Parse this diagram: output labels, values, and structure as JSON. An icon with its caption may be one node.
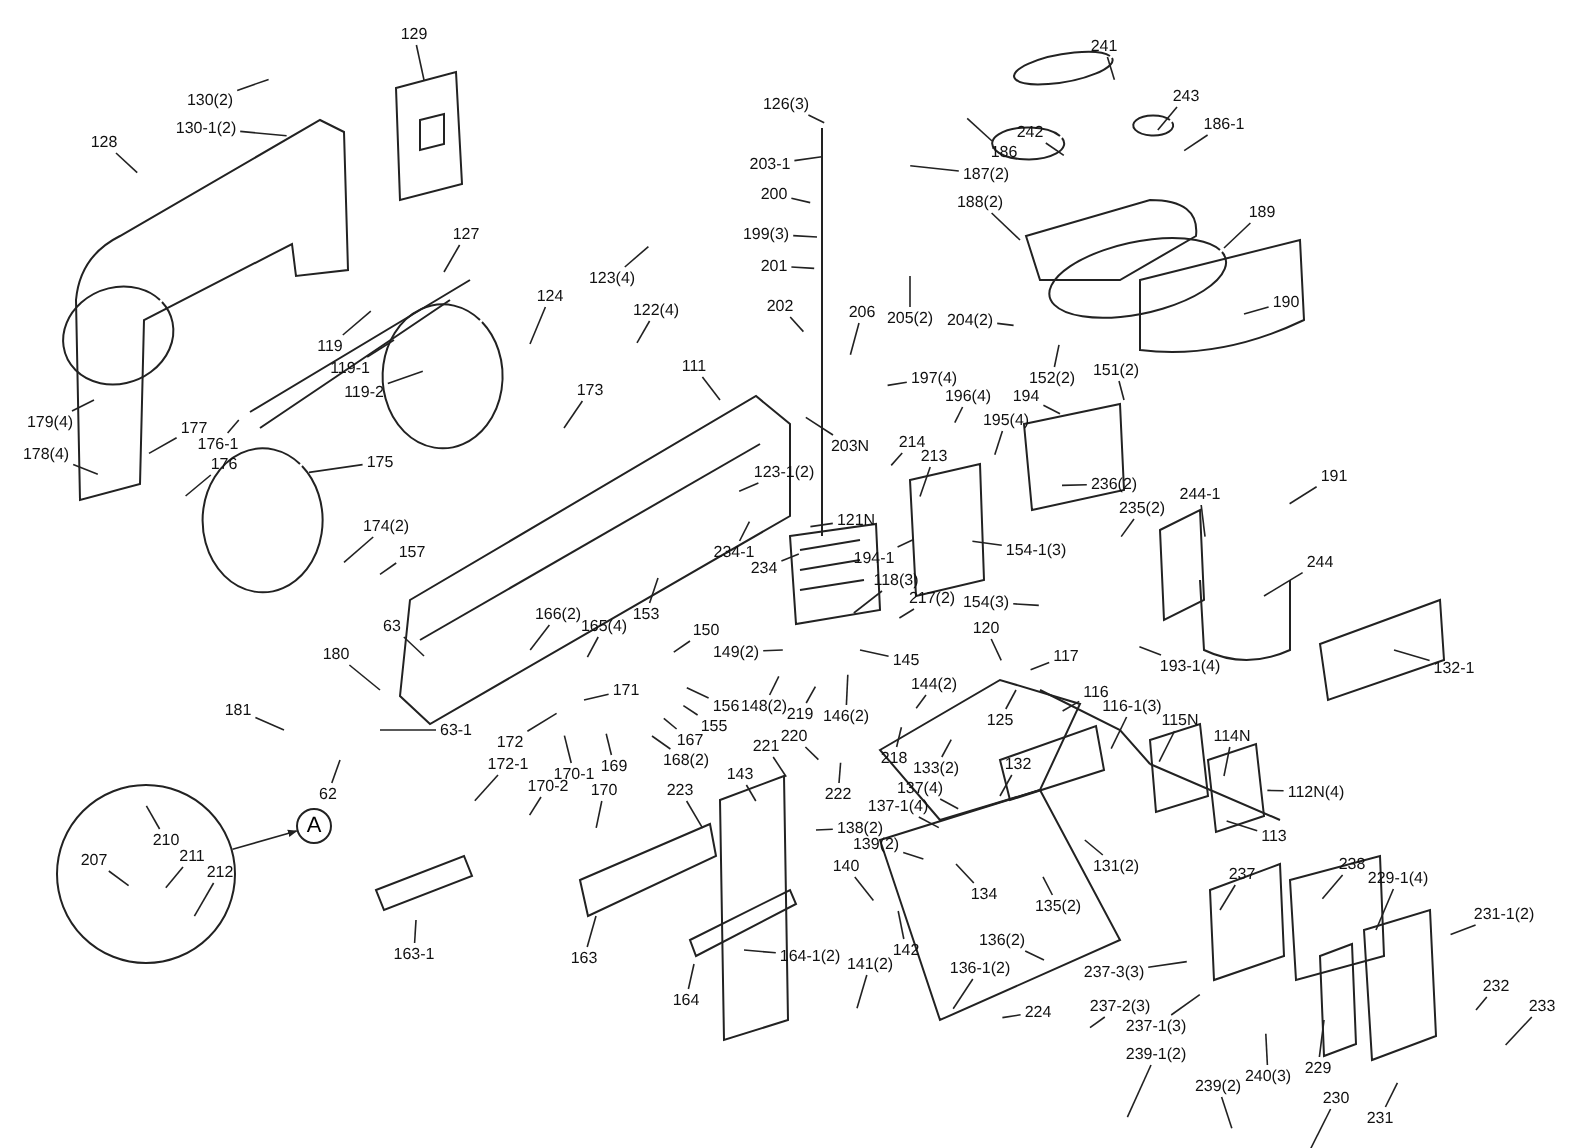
{
  "diagram": {
    "nodes": [
      {
        "text": [
          "129"
        ]
      },
      {
        "text": [
          "241"
        ]
      },
      {
        "text": [
          "243"
        ]
      },
      {
        "text": [
          "130(2)"
        ]
      },
      {
        "text": [
          "126(3)"
        ]
      },
      {
        "text": [
          "186-1"
        ]
      },
      {
        "text": [
          "130-1(2)"
        ]
      },
      {
        "text": [
          "242"
        ]
      },
      {
        "text": [
          "128"
        ]
      },
      {
        "text": [
          "186"
        ]
      },
      {
        "text": [
          "203-1"
        ]
      },
      {
        "text": [
          "187(2)"
        ]
      },
      {
        "text": [
          "200"
        ]
      },
      {
        "text": [
          "188(2)"
        ]
      },
      {
        "text": [
          "189"
        ]
      },
      {
        "text": [
          "127"
        ]
      },
      {
        "text": [
          "199(3)"
        ]
      },
      {
        "text": [
          "201"
        ]
      },
      {
        "text": [
          "123(4)"
        ]
      },
      {
        "text": [
          "124"
        ]
      },
      {
        "text": [
          "190"
        ]
      },
      {
        "text": [
          "202"
        ]
      },
      {
        "text": [
          "122(4)"
        ]
      },
      {
        "text": [
          "206"
        ]
      },
      {
        "text": [
          "205(2)"
        ]
      },
      {
        "text": [
          "204(2)"
        ]
      },
      {
        "text": [
          "119"
        ]
      },
      {
        "text": [
          "111"
        ]
      },
      {
        "text": [
          "119-1"
        ]
      },
      {
        "text": [
          "151(2)"
        ]
      },
      {
        "text": [
          "197(4)"
        ]
      },
      {
        "text": [
          "152(2)"
        ]
      },
      {
        "text": [
          "173"
        ]
      },
      {
        "text": [
          "119-2"
        ]
      },
      {
        "text": [
          "194"
        ]
      },
      {
        "text": [
          "196(4)"
        ]
      },
      {
        "text": [
          "195(4)"
        ]
      },
      {
        "text": [
          "179(4)"
        ]
      },
      {
        "text": [
          "177"
        ]
      },
      {
        "text": [
          "214"
        ]
      },
      {
        "text": [
          "176-1"
        ]
      },
      {
        "text": [
          "203N"
        ]
      },
      {
        "text": [
          "178(4)"
        ]
      },
      {
        "text": [
          "213"
        ]
      },
      {
        "text": [
          "175"
        ]
      },
      {
        "text": [
          "176"
        ]
      },
      {
        "text": [
          "123-1(2)"
        ]
      },
      {
        "text": [
          "191"
        ]
      },
      {
        "text": [
          "236(2)"
        ]
      },
      {
        "text": [
          "244-1"
        ]
      },
      {
        "text": [
          "235(2)"
        ]
      },
      {
        "text": [
          "121N"
        ]
      },
      {
        "text": [
          "174(2)"
        ]
      },
      {
        "text": [
          "154-1(3)"
        ]
      },
      {
        "text": [
          "157"
        ]
      },
      {
        "text": [
          "234-1"
        ]
      },
      {
        "text": [
          "194-1"
        ]
      },
      {
        "text": [
          "244"
        ]
      },
      {
        "text": [
          "234"
        ]
      },
      {
        "text": [
          "118(3)"
        ]
      },
      {
        "text": [
          "217(2)"
        ]
      },
      {
        "text": [
          "154(3)"
        ]
      },
      {
        "text": [
          "166(2)"
        ]
      },
      {
        "text": [
          "153"
        ]
      },
      {
        "text": [
          "63"
        ]
      },
      {
        "text": [
          "165(4)"
        ]
      },
      {
        "text": [
          "120"
        ]
      },
      {
        "text": [
          "150"
        ]
      },
      {
        "text": [
          "180"
        ]
      },
      {
        "text": [
          "149(2)"
        ]
      },
      {
        "text": [
          "145"
        ]
      },
      {
        "text": [
          "117"
        ]
      },
      {
        "text": [
          "193-1(4)"
        ]
      },
      {
        "text": [
          "132-1"
        ]
      },
      {
        "text": [
          "144(2)"
        ]
      },
      {
        "text": [
          "171"
        ]
      },
      {
        "text": [
          "116"
        ]
      },
      {
        "text": [
          "148(2)"
        ]
      },
      {
        "text": [
          "156"
        ]
      },
      {
        "text": [
          "116-1(3)"
        ]
      },
      {
        "text": [
          "181"
        ]
      },
      {
        "text": [
          "219"
        ]
      },
      {
        "text": [
          "146(2)"
        ]
      },
      {
        "text": [
          "115N"
        ]
      },
      {
        "text": [
          "125"
        ]
      },
      {
        "text": [
          "155"
        ]
      },
      {
        "text": [
          "63-1"
        ]
      },
      {
        "text": [
          "220"
        ]
      },
      {
        "text": [
          "114N"
        ]
      },
      {
        "text": [
          "167"
        ]
      },
      {
        "text": [
          "172"
        ]
      },
      {
        "text": [
          "221"
        ]
      },
      {
        "text": [
          "218"
        ]
      },
      {
        "text": [
          "168(2)"
        ]
      },
      {
        "text": [
          "172-1"
        ]
      },
      {
        "text": [
          "132"
        ]
      },
      {
        "text": [
          "133(2)"
        ]
      },
      {
        "text": [
          "169"
        ]
      },
      {
        "text": [
          "143"
        ]
      },
      {
        "text": [
          "170-1"
        ]
      },
      {
        "text": [
          "170-2"
        ]
      },
      {
        "text": [
          "137(4)"
        ]
      },
      {
        "text": [
          "223"
        ]
      },
      {
        "text": [
          "170"
        ]
      },
      {
        "text": [
          "112N(4)"
        ]
      },
      {
        "text": [
          "62"
        ]
      },
      {
        "text": [
          "222"
        ]
      },
      {
        "text": [
          "137-1(4)"
        ]
      },
      {
        "text": [
          "A"
        ]
      },
      {
        "text": [],
        "shape": "circle"
      },
      {
        "text": [
          "207"
        ],
        "in": 109
      },
      {
        "text": [
          "210"
        ],
        "in": 109
      },
      {
        "text": [
          "211"
        ],
        "in": 109
      },
      {
        "text": [
          "212"
        ],
        "in": 109
      },
      {
        "text": [
          "138(2)"
        ]
      },
      {
        "text": [
          "113"
        ]
      },
      {
        "text": [
          "139(2)"
        ]
      },
      {
        "text": [
          "140"
        ]
      },
      {
        "text": [
          "131(2)"
        ]
      },
      {
        "text": [
          "237"
        ]
      },
      {
        "text": [
          "238"
        ]
      },
      {
        "text": [
          "229-1(4)"
        ]
      },
      {
        "text": [
          "134"
        ]
      },
      {
        "text": [
          "135(2)"
        ]
      },
      {
        "text": [
          "231-1(2)"
        ]
      },
      {
        "text": [
          "142"
        ]
      },
      {
        "text": [
          "136(2)"
        ]
      },
      {
        "text": [
          "163-1"
        ]
      },
      {
        "text": [
          "164-1(2)"
        ]
      },
      {
        "text": [
          "163"
        ]
      },
      {
        "text": [
          "141(2)"
        ]
      },
      {
        "text": [
          "136-1(2)"
        ]
      },
      {
        "text": [
          "237-3(3)"
        ]
      },
      {
        "text": [
          "232"
        ]
      },
      {
        "text": [
          "164"
        ]
      },
      {
        "text": [
          "233"
        ]
      },
      {
        "text": [
          "237-2(3)"
        ]
      },
      {
        "text": [
          "224"
        ]
      },
      {
        "text": [
          "237-1(3)"
        ]
      },
      {
        "text": [
          "239-1(2)"
        ]
      },
      {
        "text": [
          "229"
        ]
      },
      {
        "text": [
          "240(3)"
        ]
      },
      {
        "text": [
          "239(2)"
        ]
      },
      {
        "text": [
          "230"
        ]
      },
      {
        "text": [
          "231"
        ]
      }
    ],
    "edges": [
      {
        "from": 0,
        "to": null,
        "arrow": "none"
      },
      {
        "from": 1,
        "to": null,
        "arrow": "none"
      },
      {
        "from": 2,
        "to": null,
        "arrow": "none"
      },
      {
        "from": 3,
        "to": null,
        "arrow": "none"
      },
      {
        "from": 4,
        "to": null,
        "arrow": "none"
      },
      {
        "from": 5,
        "to": null,
        "arrow": "none"
      },
      {
        "from": 6,
        "to": null,
        "arrow": "none"
      },
      {
        "from": 7,
        "to": null,
        "arrow": "none"
      },
      {
        "from": 8,
        "to": null,
        "arrow": "none"
      },
      {
        "from": 9,
        "to": null,
        "arrow": "none"
      },
      {
        "from": 10,
        "to": null,
        "arrow": "none"
      },
      {
        "from": 11,
        "to": null,
        "arrow": "none"
      },
      {
        "from": 12,
        "to": null,
        "arrow": "none"
      },
      {
        "from": 13,
        "to": null,
        "arrow": "none"
      },
      {
        "from": 14,
        "to": null,
        "arrow": "none"
      },
      {
        "from": 15,
        "to": null,
        "arrow": "none"
      },
      {
        "from": 16,
        "to": null,
        "arrow": "none"
      },
      {
        "from": 17,
        "to": null,
        "arrow": "none"
      },
      {
        "from": 18,
        "to": null,
        "arrow": "none"
      },
      {
        "from": 19,
        "to": null,
        "arrow": "none"
      },
      {
        "from": 20,
        "to": null,
        "arrow": "none"
      },
      {
        "from": 21,
        "to": null,
        "arrow": "none"
      },
      {
        "from": 22,
        "to": null,
        "arrow": "none"
      },
      {
        "from": 23,
        "to": null,
        "arrow": "none"
      },
      {
        "from": 24,
        "to": null,
        "arrow": "none"
      },
      {
        "from": 25,
        "to": null,
        "arrow": "none"
      },
      {
        "from": 26,
        "to": null,
        "arrow": "none"
      },
      {
        "from": 27,
        "to": null,
        "arrow": "none"
      },
      {
        "from": 28,
        "to": null,
        "arrow": "none"
      },
      {
        "from": 29,
        "to": null,
        "arrow": "none"
      },
      {
        "from": 30,
        "to": null,
        "arrow": "none"
      },
      {
        "from": 31,
        "to": null,
        "arrow": "none"
      },
      {
        "from": 32,
        "to": null,
        "arrow": "none"
      },
      {
        "from": 33,
        "to": null,
        "arrow": "none"
      },
      {
        "from": 34,
        "to": null,
        "arrow": "none"
      },
      {
        "from": 35,
        "to": null,
        "arrow": "none"
      },
      {
        "from": 36,
        "to": null,
        "arrow": "none"
      },
      {
        "from": 37,
        "to": null,
        "arrow": "none"
      },
      {
        "from": 38,
        "to": null,
        "arrow": "none"
      },
      {
        "from": 39,
        "to": null,
        "arrow": "none"
      },
      {
        "from": 40,
        "to": null,
        "arrow": "none"
      },
      {
        "from": 41,
        "to": null,
        "arrow": "none"
      },
      {
        "from": 42,
        "to": null,
        "arrow": "none"
      },
      {
        "from": 43,
        "to": null,
        "arrow": "none"
      },
      {
        "from": 44,
        "to": null,
        "arrow": "none"
      },
      {
        "from": 45,
        "to": null,
        "arrow": "none"
      },
      {
        "from": 46,
        "to": null,
        "arrow": "none"
      },
      {
        "from": 47,
        "to": null,
        "arrow": "none"
      },
      {
        "from": 48,
        "to": null,
        "arrow": "none"
      },
      {
        "from": 49,
        "to": null,
        "arrow": "none"
      },
      {
        "from": 50,
        "to": null,
        "arrow": "none"
      },
      {
        "from": 51,
        "to": null,
        "arrow": "none"
      },
      {
        "from": 52,
        "to": null,
        "arrow": "none"
      },
      {
        "from": 53,
        "to": null,
        "arrow": "none"
      },
      {
        "from": 54,
        "to": null,
        "arrow": "none"
      },
      {
        "from": 55,
        "to": null,
        "arrow": "none"
      },
      {
        "from": 56,
        "to": null,
        "arrow": "none"
      },
      {
        "from": 57,
        "to": null,
        "arrow": "none"
      },
      {
        "from": 58,
        "to": null,
        "arrow": "none"
      },
      {
        "from": 59,
        "to": null,
        "arrow": "none"
      },
      {
        "from": 60,
        "to": null,
        "arrow": "none"
      },
      {
        "from": 61,
        "to": null,
        "arrow": "none"
      },
      {
        "from": 62,
        "to": null,
        "arrow": "none"
      },
      {
        "from": 63,
        "to": null,
        "arrow": "none"
      },
      {
        "from": 64,
        "to": null,
        "arrow": "none"
      },
      {
        "from": 65,
        "to": null,
        "arrow": "none"
      },
      {
        "from": 66,
        "to": null,
        "arrow": "none"
      },
      {
        "from": 67,
        "to": null,
        "arrow": "none"
      },
      {
        "from": 68,
        "to": null,
        "arrow": "none"
      },
      {
        "from": 69,
        "to": null,
        "arrow": "none"
      },
      {
        "from": 70,
        "to": null,
        "arrow": "none"
      },
      {
        "from": 71,
        "to": null,
        "arrow": "none"
      },
      {
        "from": 72,
        "to": null,
        "arrow": "none"
      },
      {
        "from": 73,
        "to": null,
        "arrow": "none"
      },
      {
        "from": 74,
        "to": null,
        "arrow": "none"
      },
      {
        "from": 75,
        "to": null,
        "arrow": "none"
      },
      {
        "from": 76,
        "to": null,
        "arrow": "none"
      },
      {
        "from": 77,
        "to": null,
        "arrow": "none"
      },
      {
        "from": 78,
        "to": null,
        "arrow": "none"
      },
      {
        "from": 79,
        "to": null,
        "arrow": "none"
      },
      {
        "from": 80,
        "to": null,
        "arrow": "none"
      },
      {
        "from": 81,
        "to": null,
        "arrow": "none"
      },
      {
        "from": 82,
        "to": null,
        "arrow": "none"
      },
      {
        "from": 83,
        "to": null,
        "arrow": "none"
      },
      {
        "from": 84,
        "to": null,
        "arrow": "none"
      },
      {
        "from": 85,
        "to": null,
        "arrow": "none"
      },
      {
        "from": 86,
        "to": null,
        "arrow": "none"
      },
      {
        "from": 87,
        "to": null,
        "arrow": "none"
      },
      {
        "from": 88,
        "to": null,
        "arrow": "none"
      },
      {
        "from": 89,
        "to": null,
        "arrow": "none"
      },
      {
        "from": 90,
        "to": null,
        "arrow": "none"
      },
      {
        "from": 91,
        "to": null,
        "arrow": "none"
      },
      {
        "from": 92,
        "to": null,
        "arrow": "none"
      },
      {
        "from": 93,
        "to": null,
        "arrow": "none"
      },
      {
        "from": 94,
        "to": null,
        "arrow": "none"
      },
      {
        "from": 95,
        "to": null,
        "arrow": "none"
      },
      {
        "from": 96,
        "to": null,
        "arrow": "none"
      },
      {
        "from": 97,
        "to": null,
        "arrow": "none"
      },
      {
        "from": 98,
        "to": null,
        "arrow": "none"
      },
      {
        "from": 99,
        "to": null,
        "arrow": "none"
      },
      {
        "from": 100,
        "to": null,
        "arrow": "none"
      },
      {
        "from": 101,
        "to": null,
        "arrow": "none"
      },
      {
        "from": 102,
        "to": null,
        "arrow": "none"
      },
      {
        "from": 103,
        "to": null,
        "arrow": "none"
      },
      {
        "from": 104,
        "to": null,
        "arrow": "none"
      },
      {
        "from": 105,
        "to": null,
        "arrow": "none"
      },
      {
        "from": 106,
        "to": null,
        "arrow": "none"
      },
      {
        "from": 107,
        "to": null,
        "arrow": "none"
      },
      {
        "from": 109,
        "to": 108,
        "arrow": "to"
      },
      {
        "from": 110,
        "to": null,
        "arrow": "none"
      },
      {
        "from": 111,
        "to": null,
        "arrow": "none"
      },
      {
        "from": 112,
        "to": null,
        "arrow": "none"
      },
      {
        "from": 113,
        "to": null,
        "arrow": "none"
      },
      {
        "from": 114,
        "to": null,
        "arrow": "none"
      },
      {
        "from": 115,
        "to": null,
        "arrow": "none"
      },
      {
        "from": 116,
        "to": null,
        "arrow": "none"
      },
      {
        "from": 117,
        "to": null,
        "arrow": "none"
      },
      {
        "from": 118,
        "to": null,
        "arrow": "none"
      },
      {
        "from": 119,
        "to": null,
        "arrow": "none"
      },
      {
        "from": 120,
        "to": null,
        "arrow": "none"
      },
      {
        "from": 121,
        "to": null,
        "arrow": "none"
      },
      {
        "from": 122,
        "to": null,
        "arrow": "none"
      },
      {
        "from": 123,
        "to": null,
        "arrow": "none"
      },
      {
        "from": 124,
        "to": null,
        "arrow": "none"
      },
      {
        "from": 125,
        "to": null,
        "arrow": "none"
      },
      {
        "from": 126,
        "to": null,
        "arrow": "none"
      },
      {
        "from": 127,
        "to": null,
        "arrow": "none"
      },
      {
        "from": 128,
        "to": null,
        "arrow": "none"
      },
      {
        "from": 129,
        "to": null,
        "arrow": "none"
      },
      {
        "from": 130,
        "to": null,
        "arrow": "none"
      },
      {
        "from": 131,
        "to": null,
        "arrow": "none"
      },
      {
        "from": 132,
        "to": null,
        "arrow": "none"
      },
      {
        "from": 133,
        "to": null,
        "arrow": "none"
      },
      {
        "from": 134,
        "to": null,
        "arrow": "none"
      },
      {
        "from": 135,
        "to": null,
        "arrow": "none"
      },
      {
        "from": 136,
        "to": null,
        "arrow": "none"
      },
      {
        "from": 137,
        "to": null,
        "arrow": "none"
      },
      {
        "from": 138,
        "to": null,
        "arrow": "none"
      },
      {
        "from": 139,
        "to": null,
        "arrow": "none"
      },
      {
        "from": 140,
        "to": null,
        "arrow": "none"
      },
      {
        "from": 141,
        "to": null,
        "arrow": "none"
      },
      {
        "from": 142,
        "to": null,
        "arrow": "none"
      },
      {
        "from": 143,
        "to": null,
        "arrow": "none"
      },
      {
        "from": 144,
        "to": null,
        "arrow": "none"
      }
    ]
  }
}
